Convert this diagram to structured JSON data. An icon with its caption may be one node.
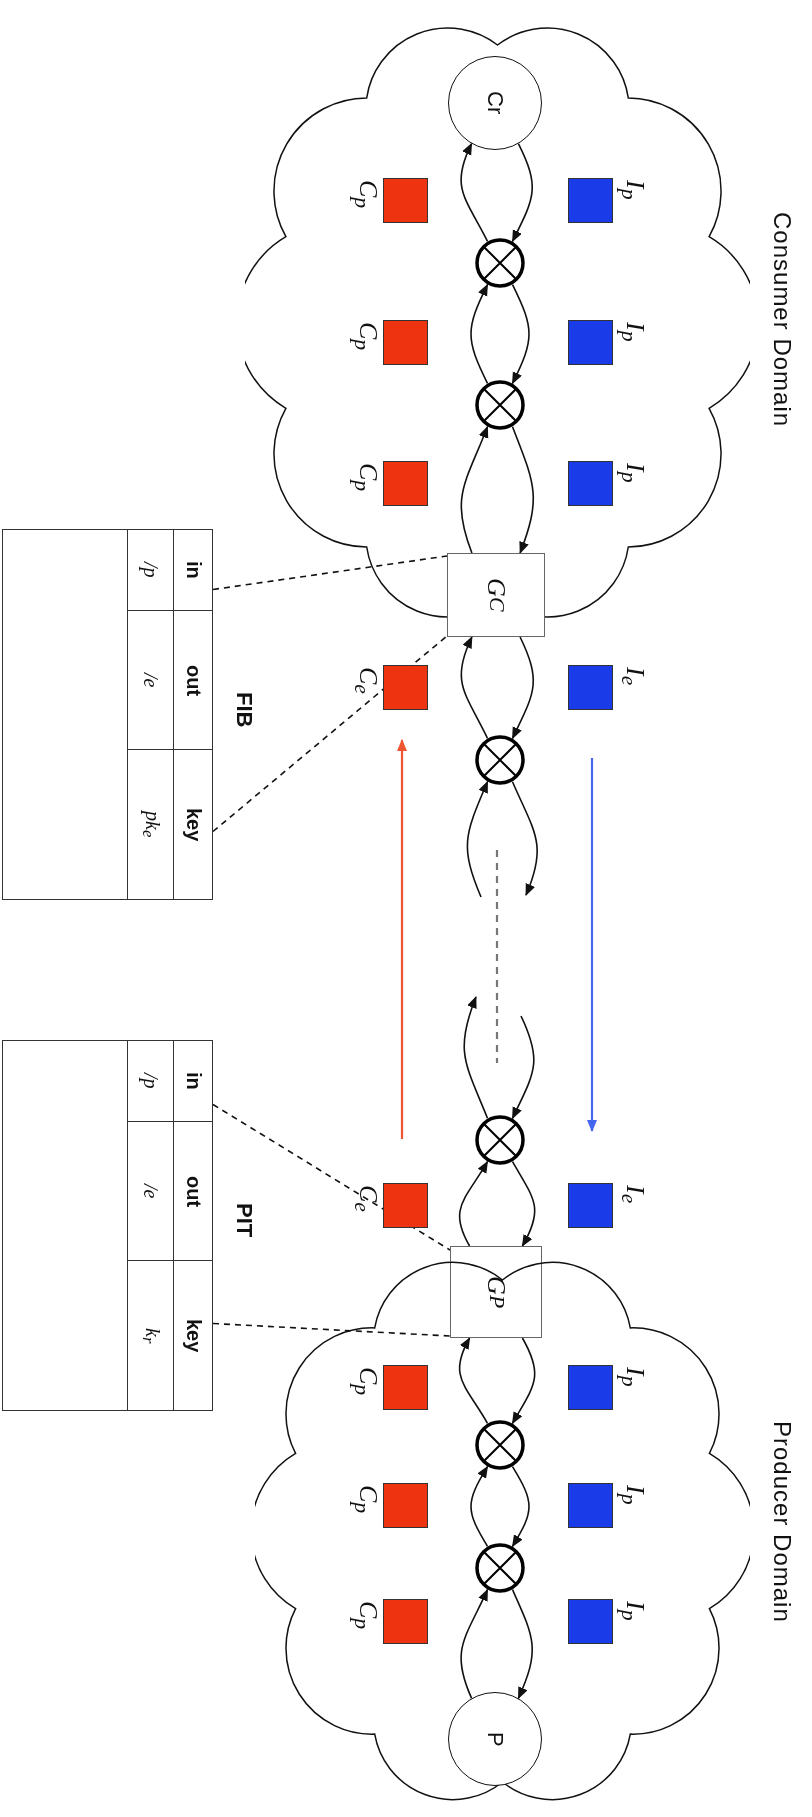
{
  "diagram": {
    "nodes": [
      {
        "text": [
          "Consumer Domain"
        ]
      },
      {
        "text": [
          "Cr"
        ],
        "in": 0
      },
      {
        "text": [
          "I$_{p}$"
        ],
        "in": 0
      },
      {
        "text": [
          "C$_{p}$"
        ],
        "in": 0
      },
      {
        "text": [],
        "shape": "circle",
        "in": 0
      },
      {
        "text": [
          "I$_{p}$"
        ],
        "in": 0
      },
      {
        "text": [
          "C$_{p}$"
        ],
        "in": 0
      },
      {
        "text": [],
        "shape": "circle",
        "in": 0
      },
      {
        "text": [
          "I$_{p}$"
        ],
        "in": 0
      },
      {
        "text": [
          "C$_{p}$"
        ],
        "in": 0
      },
      {
        "text": [
          "G$_{C}$"
        ]
      },
      {
        "text": [
          "I$_{e}$"
        ]
      },
      {
        "text": [
          "C$_{e}$"
        ]
      },
      {
        "text": [],
        "shape": "circle"
      },
      {
        "text": [],
        "shape": "circle"
      },
      {
        "text": [
          "I$_{e}$"
        ]
      },
      {
        "text": [
          "C$_{e}$"
        ]
      },
      {
        "text": [
          "G$_{P}$"
        ]
      },
      {
        "text": [
          "Producer Domain"
        ]
      },
      {
        "text": [
          "I$_{p}$"
        ],
        "in": 18
      },
      {
        "text": [
          "C$_{p}$"
        ],
        "in": 18
      },
      {
        "text": [],
        "shape": "circle",
        "in": 18
      },
      {
        "text": [
          "I$_{p}$"
        ],
        "in": 18
      },
      {
        "text": [
          "C$_{p}$"
        ],
        "in": 18
      },
      {
        "text": [],
        "shape": "circle",
        "in": 18
      },
      {
        "text": [
          "I$_{p}$"
        ],
        "in": 18
      },
      {
        "text": [
          "C$_{p}$"
        ],
        "in": 18
      },
      {
        "text": [
          "P"
        ],
        "in": 18
      },
      {
        "text": [
          "FIB",
          "in",
          "out",
          "key",
          "/p",
          "/e",
          "pk$_{e}$"
        ]
      },
      {
        "text": [
          "PIT",
          "in",
          "out",
          "key",
          "/p",
          "/e",
          "k$_{r}$"
        ]
      }
    ],
    "edges": [
      {
        "from": 1,
        "to": 4,
        "arrow": "to"
      },
      {
        "from": 4,
        "to": 1,
        "arrow": "to"
      },
      {
        "from": 4,
        "to": 7,
        "arrow": "to"
      },
      {
        "from": 7,
        "to": 4,
        "arrow": "to"
      },
      {
        "from": 7,
        "to": 10,
        "arrow": "to"
      },
      {
        "from": 10,
        "to": 7,
        "arrow": "to"
      },
      {
        "from": 10,
        "to": 13,
        "arrow": "to"
      },
      {
        "from": 13,
        "to": 10,
        "arrow": "to"
      },
      {
        "from": 13,
        "to": null,
        "arrow": "to"
      },
      {
        "from": null,
        "to": 13,
        "arrow": "to"
      },
      {
        "from": null,
        "to": 14,
        "arrow": "to"
      },
      {
        "from": 14,
        "to": null,
        "arrow": "to"
      },
      {
        "from": 14,
        "to": 17,
        "arrow": "to"
      },
      {
        "from": 17,
        "to": 14,
        "arrow": "to"
      },
      {
        "from": 17,
        "to": 21,
        "arrow": "to"
      },
      {
        "from": 21,
        "to": 17,
        "arrow": "to"
      },
      {
        "from": 21,
        "to": 24,
        "arrow": "to"
      },
      {
        "from": 24,
        "to": 21,
        "arrow": "to"
      },
      {
        "from": 24,
        "to": 27,
        "arrow": "to"
      },
      {
        "from": 27,
        "to": 24,
        "arrow": "to"
      },
      {
        "from": 28,
        "to": 10,
        "arrow": "none",
        "style": "dashed"
      },
      {
        "from": 28,
        "to": 10,
        "arrow": "none",
        "style": "dashed"
      },
      {
        "from": 29,
        "to": 17,
        "arrow": "none",
        "style": "dashed"
      },
      {
        "from": 29,
        "to": 17,
        "arrow": "none",
        "style": "dashed"
      }
    ]
  }
}
